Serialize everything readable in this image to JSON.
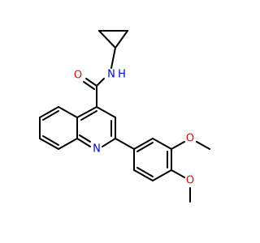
{
  "colors": {
    "background": "#ffffff",
    "bond": "#000000",
    "nitrogen": "#0000ff",
    "oxygen": "#ff0000"
  },
  "atom_labels": {
    "amide_nitrogen": "N",
    "amide_hydrogen": "H",
    "carbonyl_oxygen": "O",
    "ring_nitrogen": "N",
    "methoxy_oxygen_upper": "O",
    "methoxy_oxygen_lower": "O"
  }
}
